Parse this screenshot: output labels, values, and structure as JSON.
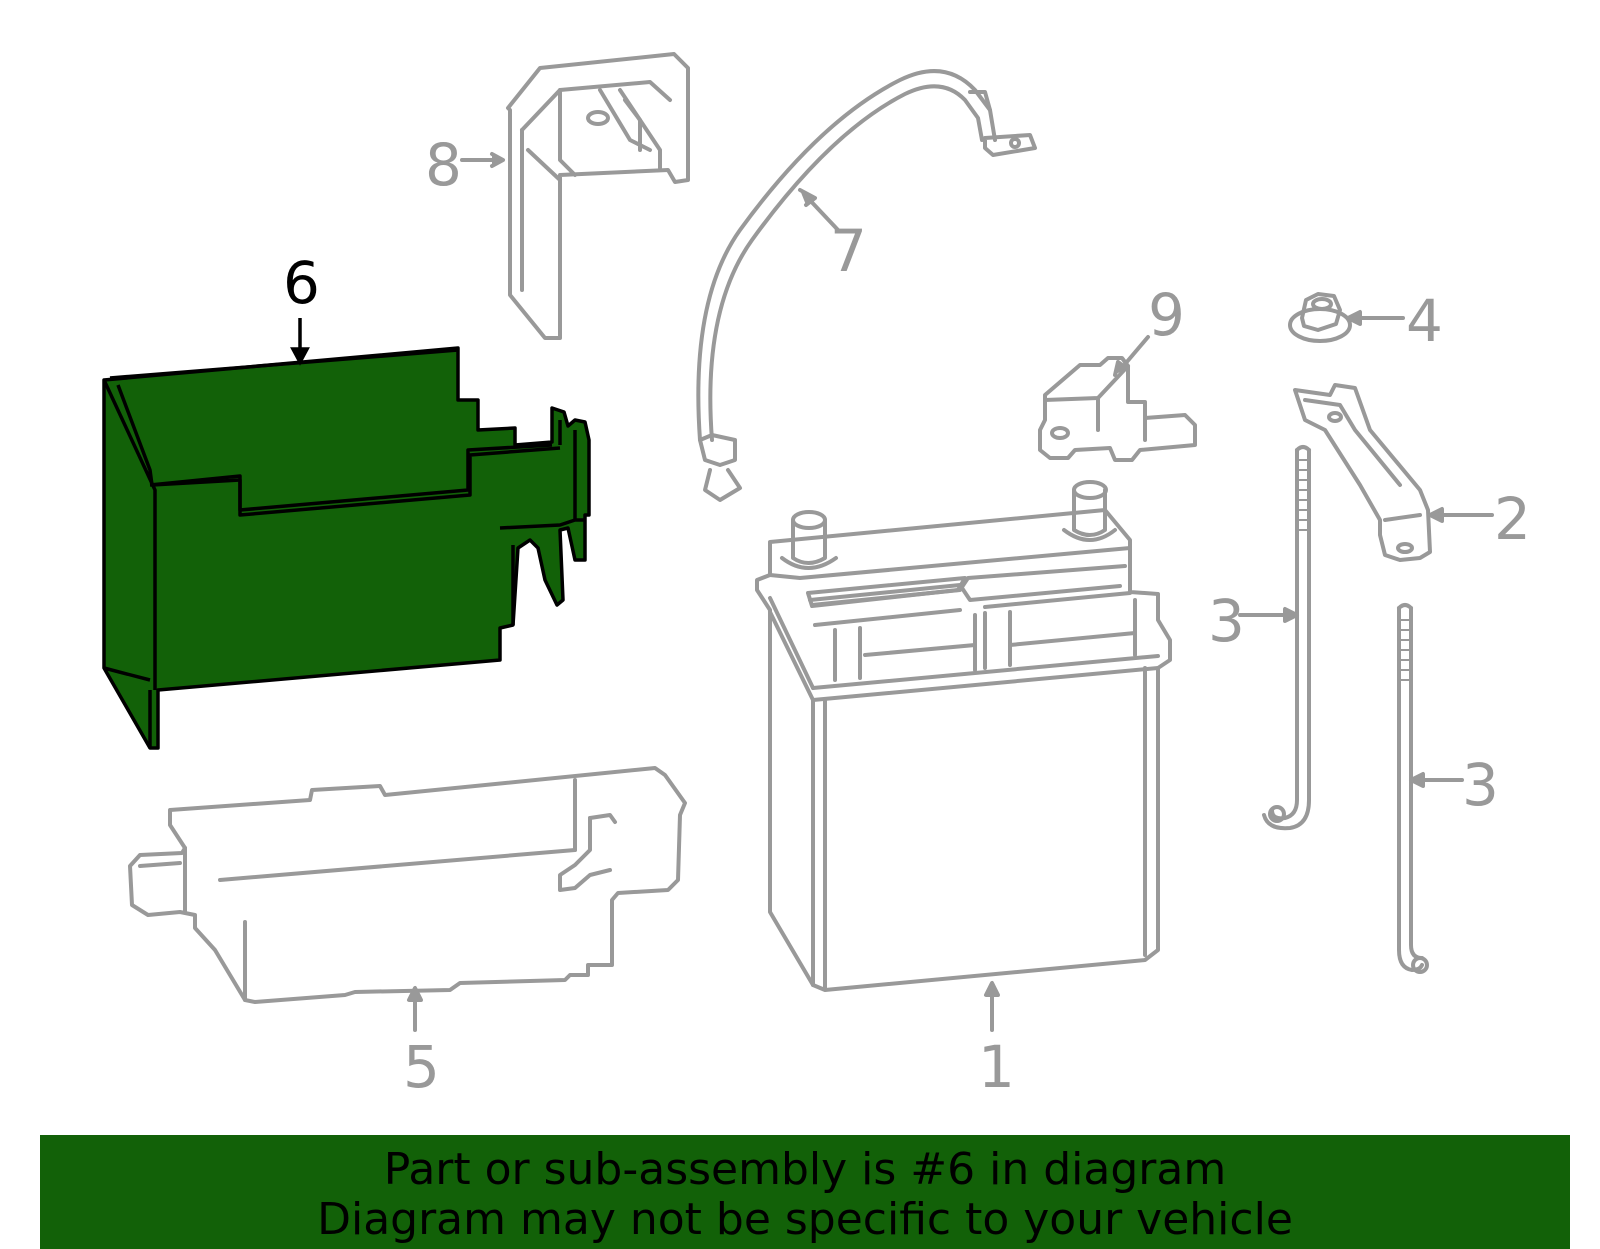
{
  "diagram": {
    "highlight_color": "#126108",
    "part_line_color": "#999999",
    "highlighted_part": "6",
    "callouts": [
      {
        "id": "1",
        "label": "1"
      },
      {
        "id": "2",
        "label": "2"
      },
      {
        "id": "3a",
        "label": "3"
      },
      {
        "id": "3b",
        "label": "3"
      },
      {
        "id": "4",
        "label": "4"
      },
      {
        "id": "5",
        "label": "5"
      },
      {
        "id": "6",
        "label": "6"
      },
      {
        "id": "7",
        "label": "7"
      },
      {
        "id": "8",
        "label": "8"
      },
      {
        "id": "9",
        "label": "9"
      }
    ]
  },
  "banner": {
    "line1": "Part or sub-assembly is #6 in diagram",
    "line2": "Diagram may not be specific to your vehicle"
  }
}
